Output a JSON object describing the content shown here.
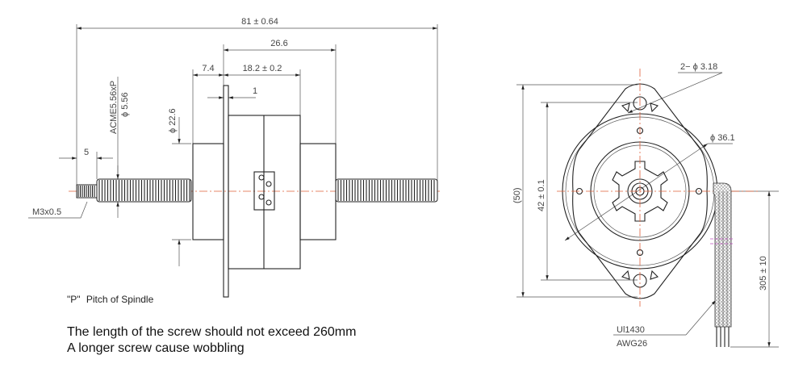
{
  "side_view": {
    "overall_length": "81 ± 0.64",
    "body_to_end": "26.6",
    "rear_boss": "7.4",
    "housing_length": "18.2 ± 0.2",
    "flange_thickness": "1",
    "tip_length": "5",
    "screw_spec": "ACME5.56xP",
    "screw_diameter": "ϕ 5.56",
    "boss_diameter": "ϕ 22.6",
    "tip_thread": "M3x0.5",
    "pitch_note_quoted": "\"P\"",
    "pitch_note": "Pitch of Spindle"
  },
  "front_view": {
    "mount_holes": "2− ϕ 3.18",
    "body_diameter": "ϕ 36.1",
    "overall_height": "(50)",
    "hole_spacing": "42 ± 0.1",
    "lead_length": "305 ± 10",
    "wire_type": "Ul1430",
    "wire_gauge": "AWG26"
  },
  "notes": [
    "The length of the screw should not exceed 260mm",
    "A longer screw cause wobbling"
  ],
  "colors": {
    "centerline": "#e0603a",
    "line": "#222222"
  }
}
